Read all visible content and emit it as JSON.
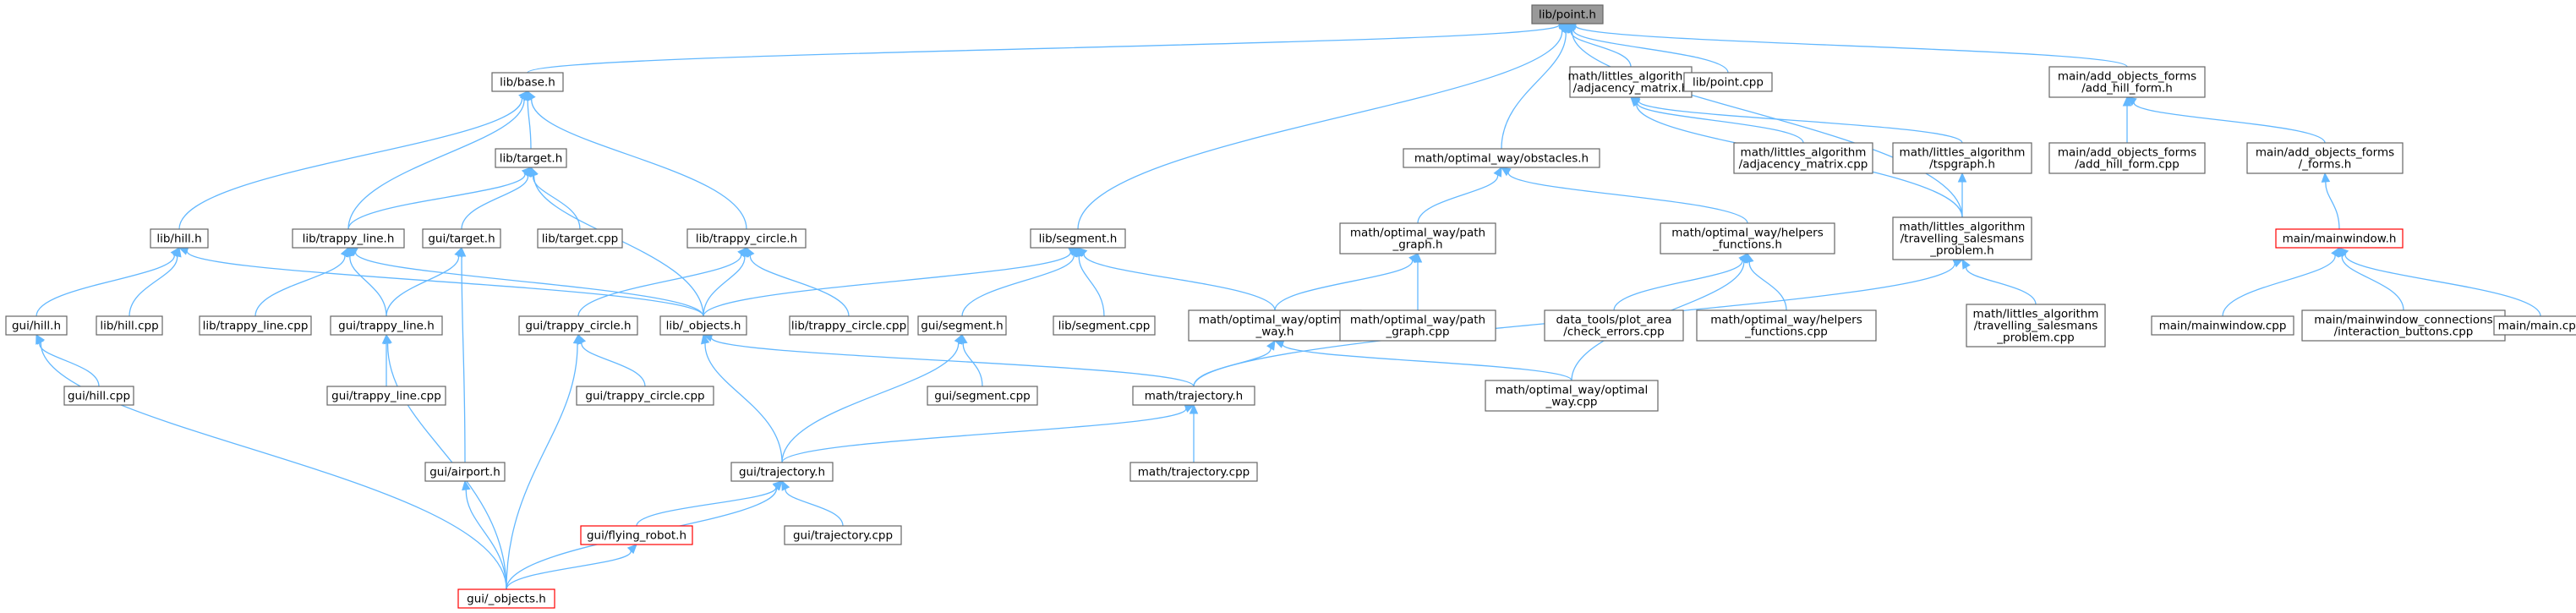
{
  "graph": {
    "colors": {
      "edge": "#63b8ff",
      "node_border": "#666666",
      "root_fill": "#999999",
      "truncated_border": "#ff0000"
    },
    "nodes": [
      {
        "id": "point_h",
        "lines": [
          "lib/point.h"
        ],
        "root": true
      },
      {
        "id": "base_h",
        "lines": [
          "lib/base.h"
        ]
      },
      {
        "id": "adj_h",
        "lines": [
          "math/littles_algorithm",
          "/adjacency_matrix.h"
        ]
      },
      {
        "id": "point_cpp",
        "lines": [
          "lib/point.cpp"
        ]
      },
      {
        "id": "ahf_h",
        "lines": [
          "main/add_objects_forms",
          "/add_hill_form.h"
        ]
      },
      {
        "id": "target_h",
        "lines": [
          "lib/target.h"
        ]
      },
      {
        "id": "obstacles_h",
        "lines": [
          "math/optimal_way/obstacles.h"
        ]
      },
      {
        "id": "adj_cpp",
        "lines": [
          "math/littles_algorithm",
          "/adjacency_matrix.cpp"
        ]
      },
      {
        "id": "tsp_h",
        "lines": [
          "math/littles_algorithm",
          "/tspgraph.h"
        ]
      },
      {
        "id": "ahf_cpp",
        "lines": [
          "main/add_objects_forms",
          "/add_hill_form.cpp"
        ]
      },
      {
        "id": "forms_h",
        "lines": [
          "main/add_objects_forms",
          "/_forms.h"
        ]
      },
      {
        "id": "hill_h",
        "lines": [
          "lib/hill.h"
        ]
      },
      {
        "id": "tline_h",
        "lines": [
          "lib/trappy_line.h"
        ]
      },
      {
        "id": "gtarget_h",
        "lines": [
          "gui/target.h"
        ]
      },
      {
        "id": "target_cpp",
        "lines": [
          "lib/target.cpp"
        ]
      },
      {
        "id": "tcircle_h",
        "lines": [
          "lib/trappy_circle.h"
        ]
      },
      {
        "id": "segment_h",
        "lines": [
          "lib/segment.h"
        ]
      },
      {
        "id": "pgraph_h",
        "lines": [
          "math/optimal_way/path",
          "_graph.h"
        ]
      },
      {
        "id": "helpers_h",
        "lines": [
          "math/optimal_way/helpers",
          "_functions.h"
        ]
      },
      {
        "id": "tsprob_h",
        "lines": [
          "math/littles_algorithm",
          "/travelling_salesmans",
          "_problem.h"
        ]
      },
      {
        "id": "mainwindow_h",
        "lines": [
          "main/mainwindow.h"
        ],
        "truncated": true
      },
      {
        "id": "ghill_h",
        "lines": [
          "gui/hill.h"
        ]
      },
      {
        "id": "hill_cpp",
        "lines": [
          "lib/hill.cpp"
        ]
      },
      {
        "id": "tline_cpp",
        "lines": [
          "lib/trappy_line.cpp"
        ]
      },
      {
        "id": "gtline_h",
        "lines": [
          "gui/trappy_line.h"
        ]
      },
      {
        "id": "gtcircle_h",
        "lines": [
          "gui/trappy_circle.h"
        ]
      },
      {
        "id": "objects_h",
        "lines": [
          "lib/_objects.h"
        ]
      },
      {
        "id": "tcircle_cpp",
        "lines": [
          "lib/trappy_circle.cpp"
        ]
      },
      {
        "id": "gsegment_h",
        "lines": [
          "gui/segment.h"
        ]
      },
      {
        "id": "segment_cpp",
        "lines": [
          "lib/segment.cpp"
        ]
      },
      {
        "id": "ow_h",
        "lines": [
          "math/optimal_way/optimal",
          "_way.h"
        ]
      },
      {
        "id": "pgraph_cpp",
        "lines": [
          "math/optimal_way/path",
          "_graph.cpp"
        ]
      },
      {
        "id": "checkerr_cpp",
        "lines": [
          "data_tools/plot_area",
          "/check_errors.cpp"
        ]
      },
      {
        "id": "helpers_cpp",
        "lines": [
          "math/optimal_way/helpers",
          "_functions.cpp"
        ]
      },
      {
        "id": "tsprob_cpp",
        "lines": [
          "math/littles_algorithm",
          "/travelling_salesmans",
          "_problem.cpp"
        ]
      },
      {
        "id": "mainwindow_cpp",
        "lines": [
          "main/mainwindow.cpp"
        ]
      },
      {
        "id": "mwconn_cpp",
        "lines": [
          "main/mainwindow_connections",
          "/interaction_buttons.cpp"
        ]
      },
      {
        "id": "main_cpp",
        "lines": [
          "main/main.cpp"
        ]
      },
      {
        "id": "ghill_cpp",
        "lines": [
          "gui/hill.cpp"
        ]
      },
      {
        "id": "gtline_cpp",
        "lines": [
          "gui/trappy_line.cpp"
        ]
      },
      {
        "id": "gtcircle_cpp",
        "lines": [
          "gui/trappy_circle.cpp"
        ]
      },
      {
        "id": "gsegment_cpp",
        "lines": [
          "gui/segment.cpp"
        ]
      },
      {
        "id": "traj_h",
        "lines": [
          "math/trajectory.h"
        ]
      },
      {
        "id": "ow_cpp",
        "lines": [
          "math/optimal_way/optimal",
          "_way.cpp"
        ]
      },
      {
        "id": "gairport_h",
        "lines": [
          "gui/airport.h"
        ]
      },
      {
        "id": "gtraj_h",
        "lines": [
          "gui/trajectory.h"
        ]
      },
      {
        "id": "traj_cpp",
        "lines": [
          "math/trajectory.cpp"
        ]
      },
      {
        "id": "grobot_h",
        "lines": [
          "gui/flying_robot.h"
        ],
        "truncated": true
      },
      {
        "id": "gtraj_cpp",
        "lines": [
          "gui/trajectory.cpp"
        ]
      },
      {
        "id": "gobjects_h",
        "lines": [
          "gui/_objects.h"
        ],
        "truncated": true
      }
    ],
    "edges": [
      [
        "point_h",
        "base_h"
      ],
      [
        "point_h",
        "adj_h"
      ],
      [
        "point_h",
        "point_cpp"
      ],
      [
        "point_h",
        "ahf_h"
      ],
      [
        "point_h",
        "obstacles_h"
      ],
      [
        "point_h",
        "segment_h"
      ],
      [
        "point_h",
        "tsprob_h"
      ],
      [
        "base_h",
        "target_h"
      ],
      [
        "base_h",
        "hill_h"
      ],
      [
        "base_h",
        "tline_h"
      ],
      [
        "base_h",
        "tcircle_h"
      ],
      [
        "target_h",
        "tline_h"
      ],
      [
        "target_h",
        "gtarget_h"
      ],
      [
        "target_h",
        "target_cpp"
      ],
      [
        "target_h",
        "objects_h"
      ],
      [
        "hill_h",
        "ghill_h"
      ],
      [
        "hill_h",
        "hill_cpp"
      ],
      [
        "hill_h",
        "objects_h"
      ],
      [
        "tline_h",
        "tline_cpp"
      ],
      [
        "tline_h",
        "gtline_h"
      ],
      [
        "tline_h",
        "objects_h"
      ],
      [
        "gtarget_h",
        "gtline_h"
      ],
      [
        "gtarget_h",
        "gairport_h"
      ],
      [
        "tcircle_h",
        "gtcircle_h"
      ],
      [
        "tcircle_h",
        "objects_h"
      ],
      [
        "tcircle_h",
        "tcircle_cpp"
      ],
      [
        "segment_h",
        "objects_h"
      ],
      [
        "segment_h",
        "gsegment_h"
      ],
      [
        "segment_h",
        "segment_cpp"
      ],
      [
        "segment_h",
        "ow_h"
      ],
      [
        "obstacles_h",
        "pgraph_h"
      ],
      [
        "obstacles_h",
        "helpers_h"
      ],
      [
        "pgraph_h",
        "ow_h"
      ],
      [
        "pgraph_h",
        "pgraph_cpp"
      ],
      [
        "helpers_h",
        "checkerr_cpp"
      ],
      [
        "helpers_h",
        "helpers_cpp"
      ],
      [
        "helpers_h",
        "ow_cpp"
      ],
      [
        "adj_h",
        "adj_cpp"
      ],
      [
        "adj_h",
        "tsp_h"
      ],
      [
        "adj_h",
        "tsprob_h"
      ],
      [
        "tsp_h",
        "tsprob_h"
      ],
      [
        "tsprob_h",
        "tsprob_cpp"
      ],
      [
        "tsprob_h",
        "traj_h"
      ],
      [
        "ahf_h",
        "ahf_cpp"
      ],
      [
        "ahf_h",
        "forms_h"
      ],
      [
        "forms_h",
        "mainwindow_h"
      ],
      [
        "mainwindow_h",
        "mainwindow_cpp"
      ],
      [
        "mainwindow_h",
        "mwconn_cpp"
      ],
      [
        "mainwindow_h",
        "main_cpp"
      ],
      [
        "ghill_h",
        "ghill_cpp"
      ],
      [
        "ghill_h",
        "gobjects_h"
      ],
      [
        "gtline_h",
        "gtline_cpp"
      ],
      [
        "gtline_h",
        "gobjects_h"
      ],
      [
        "gtcircle_h",
        "gtcircle_cpp"
      ],
      [
        "gtcircle_h",
        "gobjects_h"
      ],
      [
        "objects_h",
        "gtraj_h"
      ],
      [
        "objects_h",
        "traj_h"
      ],
      [
        "gsegment_h",
        "gsegment_cpp"
      ],
      [
        "gsegment_h",
        "gtraj_h"
      ],
      [
        "ow_h",
        "traj_h"
      ],
      [
        "ow_h",
        "ow_cpp"
      ],
      [
        "traj_h",
        "gtraj_h"
      ],
      [
        "traj_h",
        "traj_cpp"
      ],
      [
        "gairport_h",
        "gobjects_h"
      ],
      [
        "gtraj_h",
        "grobot_h"
      ],
      [
        "gtraj_h",
        "gtraj_cpp"
      ],
      [
        "gtraj_h",
        "gobjects_h"
      ],
      [
        "grobot_h",
        "gobjects_h"
      ]
    ]
  }
}
